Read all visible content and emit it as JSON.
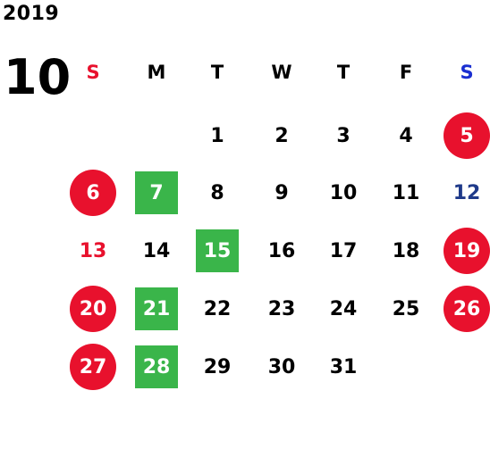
{
  "calendar": {
    "year": "2019",
    "month": "10",
    "weekdays": [
      {
        "label": "S",
        "kind": "sun"
      },
      {
        "label": "M",
        "kind": "normal"
      },
      {
        "label": "T",
        "kind": "normal"
      },
      {
        "label": "W",
        "kind": "normal"
      },
      {
        "label": "T",
        "kind": "normal"
      },
      {
        "label": "F",
        "kind": "normal"
      },
      {
        "label": "S",
        "kind": "sat"
      }
    ],
    "weeks": [
      [
        null,
        null,
        {
          "d": "1"
        },
        {
          "d": "2"
        },
        {
          "d": "3"
        },
        {
          "d": "4"
        },
        {
          "d": "5",
          "mark": "circle"
        }
      ],
      [
        {
          "d": "6",
          "mark": "circle"
        },
        {
          "d": "7",
          "mark": "square"
        },
        {
          "d": "8"
        },
        {
          "d": "9"
        },
        {
          "d": "10"
        },
        {
          "d": "11"
        },
        {
          "d": "12",
          "text": "blue"
        }
      ],
      [
        {
          "d": "13",
          "text": "red"
        },
        {
          "d": "14"
        },
        {
          "d": "15",
          "mark": "square"
        },
        {
          "d": "16"
        },
        {
          "d": "17"
        },
        {
          "d": "18"
        },
        {
          "d": "19",
          "mark": "circle"
        }
      ],
      [
        {
          "d": "20",
          "mark": "circle"
        },
        {
          "d": "21",
          "mark": "square"
        },
        {
          "d": "22"
        },
        {
          "d": "23"
        },
        {
          "d": "24"
        },
        {
          "d": "25"
        },
        {
          "d": "26",
          "mark": "circle"
        }
      ],
      [
        {
          "d": "27",
          "mark": "circle"
        },
        {
          "d": "28",
          "mark": "square"
        },
        {
          "d": "29"
        },
        {
          "d": "30"
        },
        {
          "d": "31"
        },
        null,
        null
      ]
    ]
  },
  "colors": {
    "text": "#000000",
    "sunday": "#e8112d",
    "saturday": "#1a2fd1",
    "blue_date": "#1f3a8a",
    "red_date": "#e8112d",
    "circle_fill": "#e8112d",
    "square_fill": "#3ab54a",
    "mark_text": "#ffffff"
  }
}
